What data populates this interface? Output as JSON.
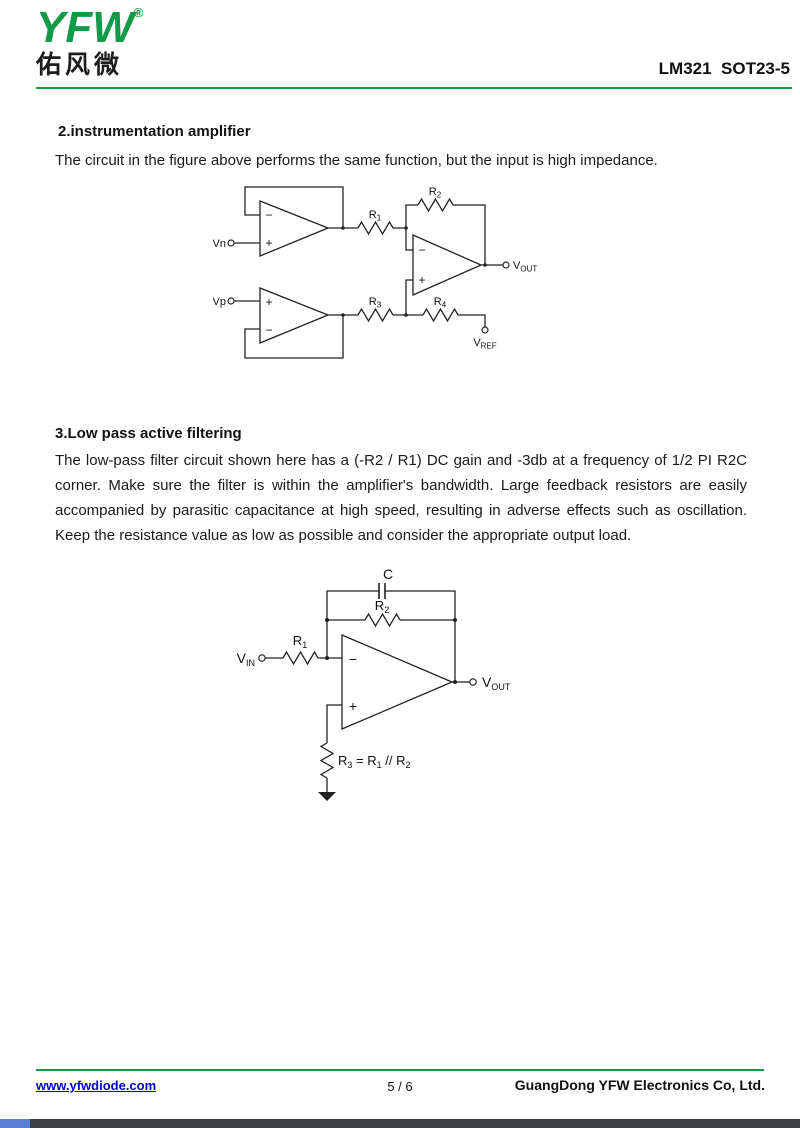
{
  "sym": {
    "minus": "−",
    "plus": "+"
  },
  "header": {
    "logo_text": "YFW",
    "logo_registered": "®",
    "logo_chinese": "佑风微",
    "doc_title": "LM321  SOT23-5"
  },
  "section_amplifier": {
    "heading": "2.instrumentation amplifier",
    "body": "The circuit in the figure above performs the same function, but the input is high impedance."
  },
  "section_filter": {
    "heading": "3.Low pass active filtering",
    "body": "The low-pass filter circuit shown here has a (-R2 / R1) DC gain and -3db at a frequency of 1/2 PI R2C corner. Make sure the filter is within the amplifier's bandwidth. Large feedback resistors are easily accompanied by parasitic capacitance at high speed, resulting in adverse effects such as oscillation. Keep the resistance value as low as possible and consider the appropriate output load."
  },
  "inst_diagram": {
    "vn": "Vn",
    "vp": "Vp",
    "r1": {
      "main": "R",
      "sub": "1"
    },
    "r2": {
      "main": "R",
      "sub": "2"
    },
    "r3": {
      "main": "R",
      "sub": "3"
    },
    "r4": {
      "main": "R",
      "sub": "4"
    },
    "vout": {
      "main": "V",
      "sub": "OUT"
    },
    "vref": {
      "main": "V",
      "sub": "REF"
    }
  },
  "lp_diagram": {
    "vin": {
      "main": "V",
      "sub": "IN"
    },
    "vout": {
      "main": "V",
      "sub": "OUT"
    },
    "c": "C",
    "r1": {
      "main": "R",
      "sub": "1"
    },
    "r2": {
      "main": "R",
      "sub": "2"
    },
    "formula": {
      "p1": "R",
      "s1": "3",
      "p2": " = R",
      "s2": "1",
      "p3": " // R",
      "s3": "2"
    }
  },
  "footer": {
    "website": "www.yfwdiode.com",
    "page": "5 / 6",
    "company": "GuangDong YFW Electronics Co, Ltd."
  },
  "colors": {
    "brand_green": "#129a49",
    "link_blue": "#0000cd"
  }
}
